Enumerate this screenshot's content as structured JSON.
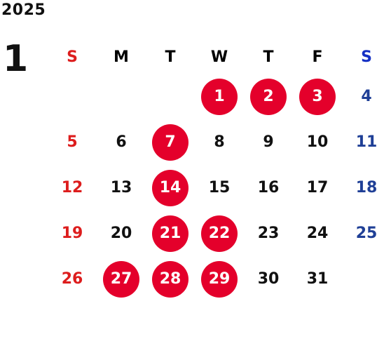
{
  "year": "2025",
  "month": "1",
  "colors": {
    "sunday": "#dd1d1d",
    "saturday": "#1f3f96",
    "weekday": "#111111",
    "highlight_bg": "#e4002b",
    "highlight_text": "#ffffff"
  },
  "weekdays": [
    "S",
    "M",
    "T",
    "W",
    "T",
    "F",
    "S"
  ],
  "weeks": [
    [
      "",
      "",
      "",
      "1",
      "2",
      "3",
      "4"
    ],
    [
      "5",
      "6",
      "7",
      "8",
      "9",
      "10",
      "11"
    ],
    [
      "12",
      "13",
      "14",
      "15",
      "16",
      "17",
      "18"
    ],
    [
      "19",
      "20",
      "21",
      "22",
      "23",
      "24",
      "25"
    ],
    [
      "26",
      "27",
      "28",
      "29",
      "30",
      "31",
      ""
    ]
  ],
  "highlighted_days": [
    "1",
    "2",
    "3",
    "7",
    "14",
    "21",
    "22",
    "27",
    "28",
    "29"
  ]
}
